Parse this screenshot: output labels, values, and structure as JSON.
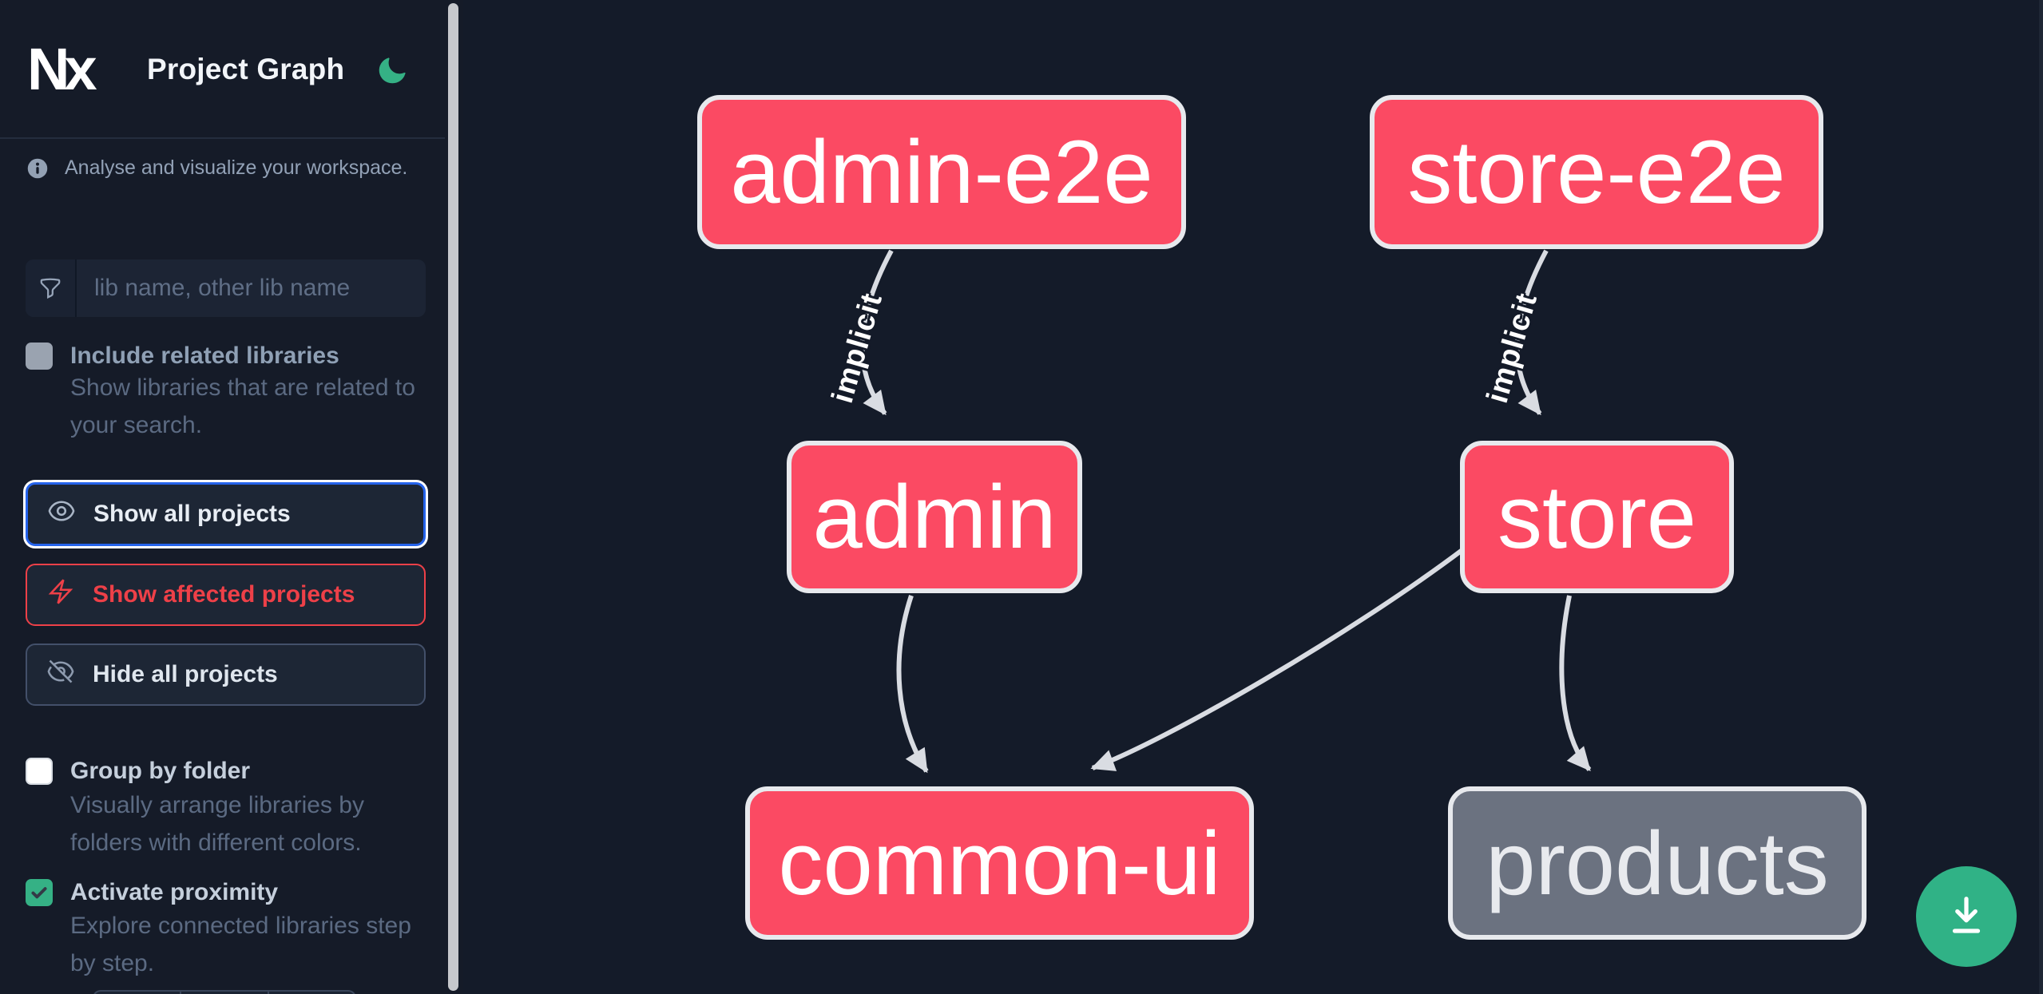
{
  "header": {
    "logo_text": "Nx",
    "title": "Project Graph",
    "theme_toggle_icon": "moon-icon",
    "accent_green": "#35b185"
  },
  "sidebar": {
    "tagline": "Analyse and visualize your workspace.",
    "search": {
      "icon": "funnel-icon",
      "placeholder": "lib name, other lib name",
      "value": ""
    },
    "checkboxes": [
      {
        "id": "include-related-libraries",
        "label": "Include related libraries",
        "description": "Show libraries that are related to\nyour search.",
        "checked": false,
        "disabled": true
      },
      {
        "id": "group-by-folder",
        "label": "Group by folder",
        "description": "Visually arrange libraries by\nfolders with different colors.",
        "checked": false,
        "disabled": false
      },
      {
        "id": "activate-proximity",
        "label": "Activate proximity",
        "description": "Explore connected libraries step\nby step.",
        "checked": true,
        "disabled": false
      }
    ],
    "project_buttons": [
      {
        "id": "show-all",
        "label": "Show all projects",
        "icon": "eye-icon",
        "state": "focused",
        "accent": "#2563eb"
      },
      {
        "id": "show-affected",
        "label": "Show affected projects",
        "icon": "bolt-icon",
        "state": "default",
        "accent": "#ee4048"
      },
      {
        "id": "hide-all",
        "label": "Hide all projects",
        "icon": "eye-slash-icon",
        "state": "default",
        "accent": "#43506a"
      }
    ]
  },
  "graph": {
    "nodes": [
      {
        "id": "admin-e2e",
        "label": "admin-e2e",
        "color": "#fb4a63"
      },
      {
        "id": "store-e2e",
        "label": "store-e2e",
        "color": "#fb4a63"
      },
      {
        "id": "admin",
        "label": "admin",
        "color": "#fb4a63"
      },
      {
        "id": "store",
        "label": "store",
        "color": "#fb4a63"
      },
      {
        "id": "common-ui",
        "label": "common-ui",
        "color": "#fb4a63"
      },
      {
        "id": "products",
        "label": "products",
        "color": "#6b7280"
      }
    ],
    "edges": [
      {
        "source": "admin-e2e",
        "target": "admin",
        "label": "implicit"
      },
      {
        "source": "store-e2e",
        "target": "store",
        "label": "implicit"
      },
      {
        "source": "admin",
        "target": "common-ui",
        "label": ""
      },
      {
        "source": "store",
        "target": "common-ui",
        "label": ""
      },
      {
        "source": "store",
        "target": "products",
        "label": ""
      }
    ],
    "edge_color": "#d9dce2"
  },
  "floating": {
    "download_icon": "download-icon",
    "color": "#30b286"
  }
}
